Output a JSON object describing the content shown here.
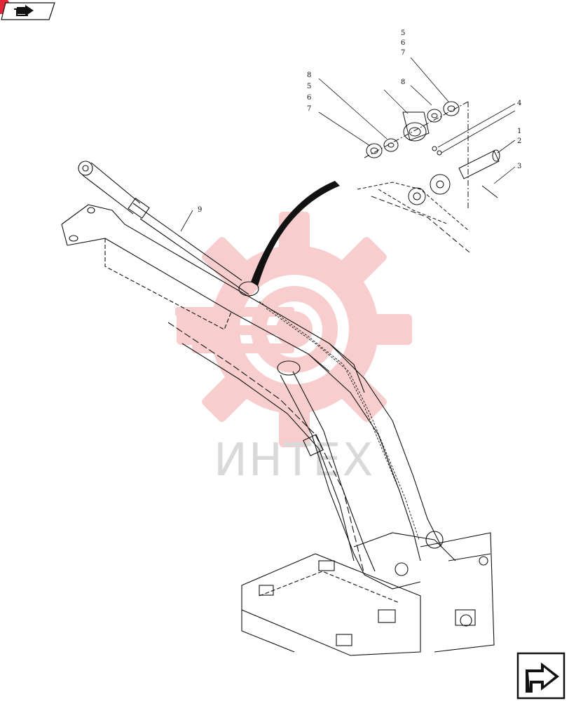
{
  "callouts": {
    "c1": "1",
    "c2": "2",
    "c3": "3",
    "c4": "4",
    "c5a": "5",
    "c6a": "6",
    "c7a": "7",
    "c8a": "8",
    "c8b": "8",
    "c5b": "5",
    "c6b": "6",
    "c7b": "7",
    "c9": "9"
  },
  "watermark": {
    "text": "ИНТЕХ"
  },
  "colors": {
    "accent": "#e0283a",
    "watermark": "#f2a3a3",
    "line": "#111111"
  },
  "icons": {
    "top_nav": "arrow-right-icon",
    "bottom_nav": "arrow-forward-icon"
  }
}
